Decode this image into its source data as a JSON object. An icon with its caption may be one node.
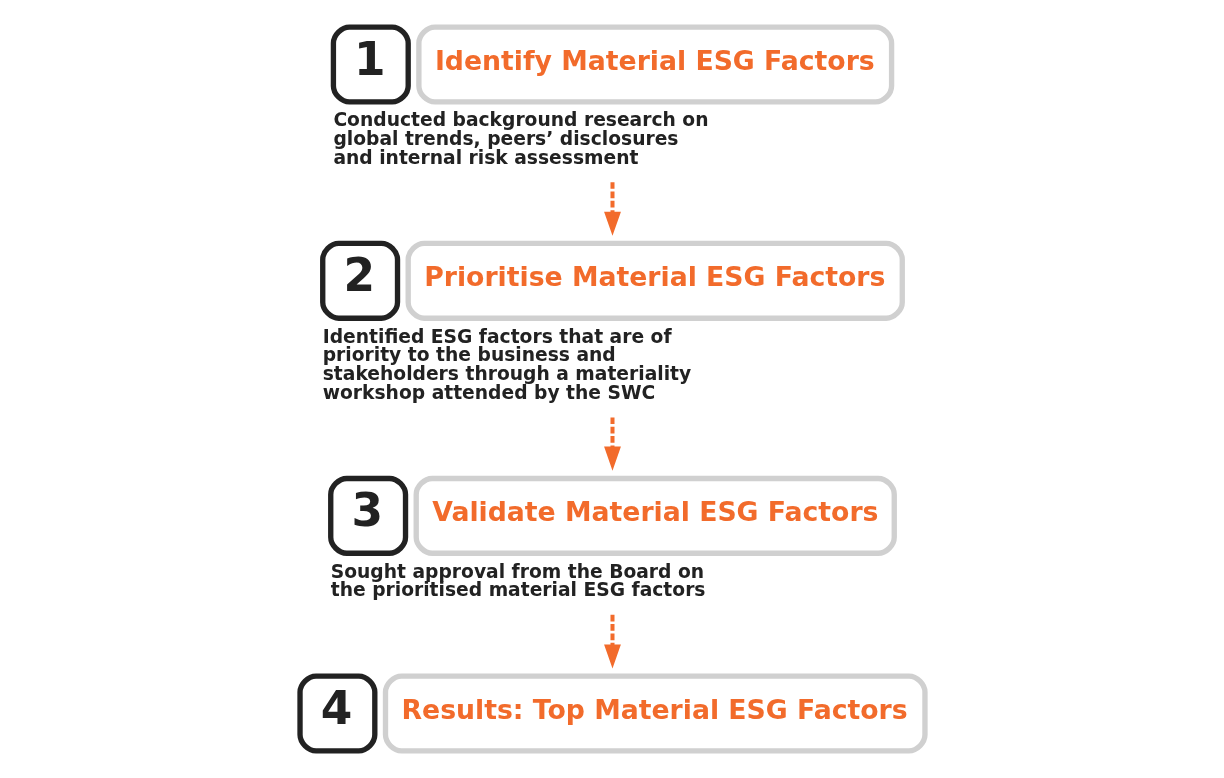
{
  "diagram": {
    "nodes": [
      {
        "text": [
          "1",
          "Identify Material ESG Factors"
        ],
        "beside": [
          "Conducted background research on global trends, peers’ disclosures and internal risk assessment"
        ]
      },
      {
        "text": [
          "2",
          "Prioritise Material ESG Factors"
        ],
        "beside": [
          "Identified ESG factors that are of priority to the business and stakeholders through a materiality workshop attended by the SWC"
        ]
      },
      {
        "text": [
          "3",
          "Validate Material ESG Factors"
        ],
        "beside": [
          "Sought approval from the Board on the prioritised material ESG factors"
        ]
      },
      {
        "text": [
          "4",
          "Results: Top Material ESG Factors"
        ]
      }
    ],
    "edges": [
      {
        "from": 0,
        "to": 1,
        "arrow": "to",
        "style": "dashed"
      },
      {
        "from": 1,
        "to": 2,
        "arrow": "to",
        "style": "dashed"
      },
      {
        "from": 2,
        "to": 3,
        "arrow": "to",
        "style": "dashed"
      }
    ]
  }
}
